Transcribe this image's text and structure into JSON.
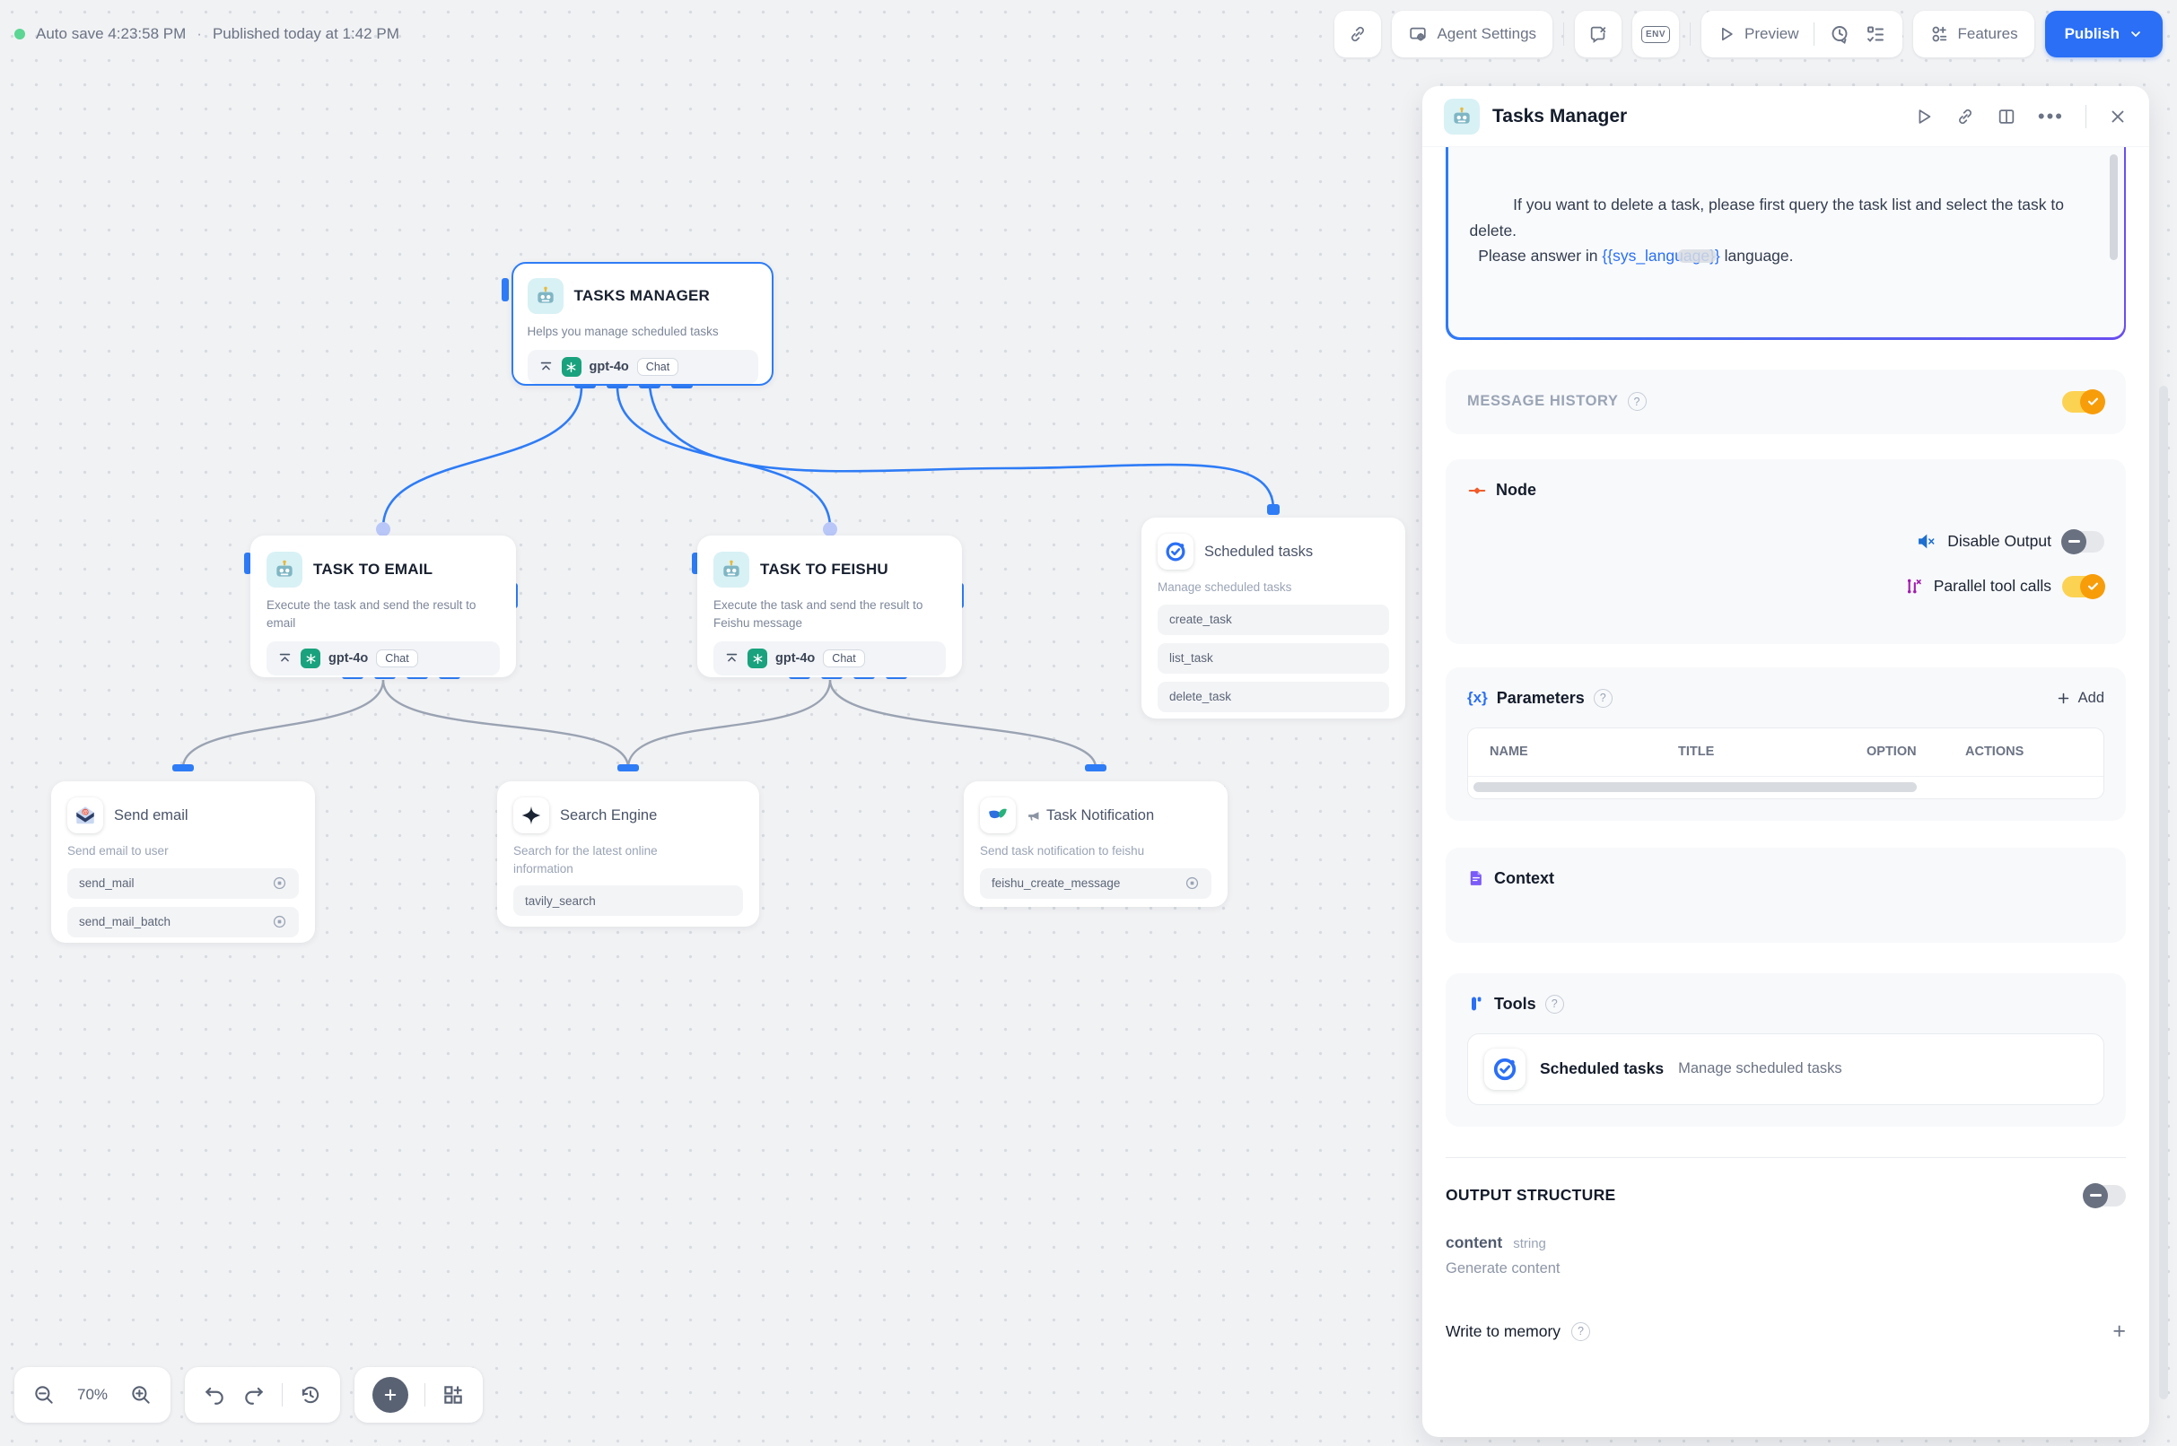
{
  "topbar": {
    "autosave": "Auto save 4:23:58 PM",
    "separator": "·",
    "published": "Published today at 1:42 PM",
    "agent_settings": "Agent Settings",
    "env": "ENV",
    "preview": "Preview",
    "features": "Features",
    "publish": "Publish"
  },
  "canvas": {
    "zoom_level": "70%",
    "nodes": {
      "tasks_manager": {
        "title": "TASKS MANAGER",
        "desc": "Helps you manage scheduled tasks",
        "model": "gpt-4o",
        "mode": "Chat"
      },
      "task_to_email": {
        "title": "TASK TO EMAIL",
        "desc": "Execute the task and send the result to email",
        "model": "gpt-4o",
        "mode": "Chat"
      },
      "task_to_feishu": {
        "title": "TASK TO FEISHU",
        "desc": "Execute the task and send the result to Feishu message",
        "model": "gpt-4o",
        "mode": "Chat"
      },
      "scheduled_tasks": {
        "title": "Scheduled tasks",
        "desc": "Manage scheduled tasks",
        "items": [
          "create_task",
          "list_task",
          "delete_task"
        ]
      },
      "send_email": {
        "title": "Send email",
        "desc": "Send email to user",
        "items": [
          "send_mail",
          "send_mail_batch"
        ]
      },
      "search_engine": {
        "title": "Search Engine",
        "desc": "Search for the latest online information",
        "items": [
          "tavily_search"
        ]
      },
      "task_notification": {
        "title": "Task Notification",
        "desc": "Send task notification to feishu",
        "items": [
          "feishu_create_message"
        ]
      }
    }
  },
  "panel": {
    "title": "Tasks Manager",
    "prompt": {
      "text_before_token": "If you want to delete a task, please first query the task list and select the task to delete.\n  Please answer in ",
      "token": "{{sys_language}}",
      "text_after_token": " language."
    },
    "message_history_label": "MESSAGE HISTORY",
    "node_section": {
      "title": "Node",
      "disable_output": "Disable Output",
      "parallel_tool_calls": "Parallel tool calls"
    },
    "parameters": {
      "icon_text": "{x}",
      "title": "Parameters",
      "add_label": "Add",
      "columns": [
        "NAME",
        "TITLE",
        "OPTION",
        "ACTIONS"
      ]
    },
    "context_title": "Context",
    "tools": {
      "title": "Tools",
      "item_title": "Scheduled tasks",
      "item_desc": "Manage scheduled tasks"
    },
    "output_structure": {
      "title": "OUTPUT STRUCTURE",
      "field_name": "content",
      "field_type": "string",
      "field_desc": "Generate content"
    },
    "write_to_memory": "Write to memory",
    "add_plus": "+"
  },
  "colors": {
    "accent_blue": "#2a6ff6",
    "toggle_on": "#f79d0a",
    "edge_gray": "#9aa3b2",
    "selection_border": "#2e7cf6"
  }
}
